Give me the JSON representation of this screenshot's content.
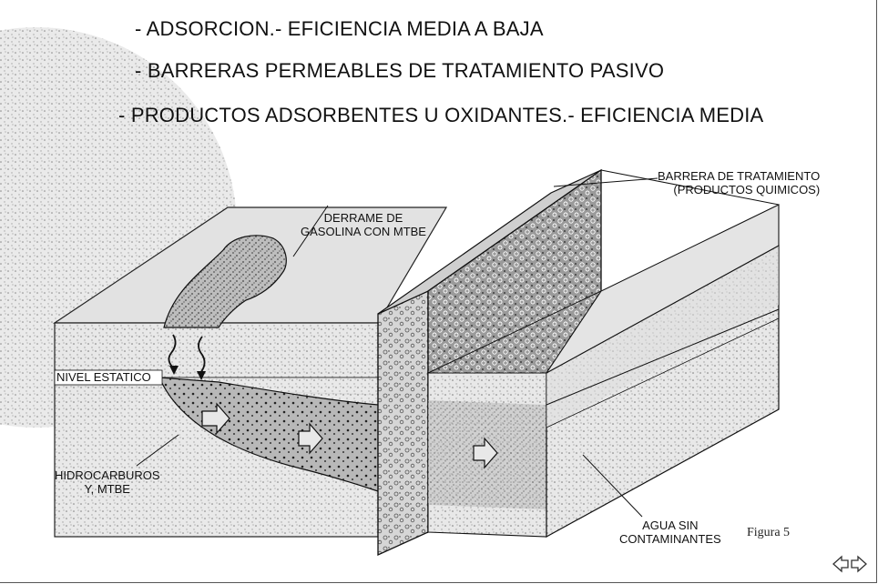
{
  "headlines": [
    "- ADSORCION.- EFICIENCIA MEDIA A BAJA",
    "- BARRERAS PERMEABLES DE TRATAMIENTO PASIVO",
    "- PRODUCTOS ADSORBENTES U OXIDANTES.- EFICIENCIA MEDIA"
  ],
  "labels": {
    "barrier_line1": "BARRERA DE TRATAMIENTO",
    "barrier_line2": "(PRODUCTOS QUIMICOS)",
    "spill_line1": "DERRAME DE",
    "spill_line2": "GASOLINA CON MTBE",
    "static_level": "NIVEL ESTATICO",
    "hydrocarbons_line1": "HIDROCARBUROS",
    "hydrocarbons_line2": "Y, MTBE",
    "clean_water_line1": "AGUA SIN",
    "clean_water_line2": "CONTAMINANTES"
  },
  "caption": "Figura 5",
  "navigation": {
    "icon": "prev-next-arrows-icon"
  },
  "colors": {
    "ink": "#111111",
    "shade_light": "#e4e4e4",
    "shade_mid": "#c9c9c9",
    "shade_dark": "#8a8a8a"
  }
}
